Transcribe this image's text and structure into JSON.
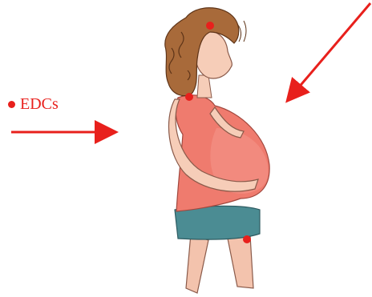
{
  "legend": {
    "label": "EDCs"
  },
  "colors": {
    "accent_red": "#e8201c",
    "hair": "#a86a3a",
    "skin": "#f6cdb8",
    "top": "#ef7b6e",
    "shorts": "#4b8c93"
  },
  "markers": [
    "head",
    "shoulder",
    "thigh"
  ]
}
